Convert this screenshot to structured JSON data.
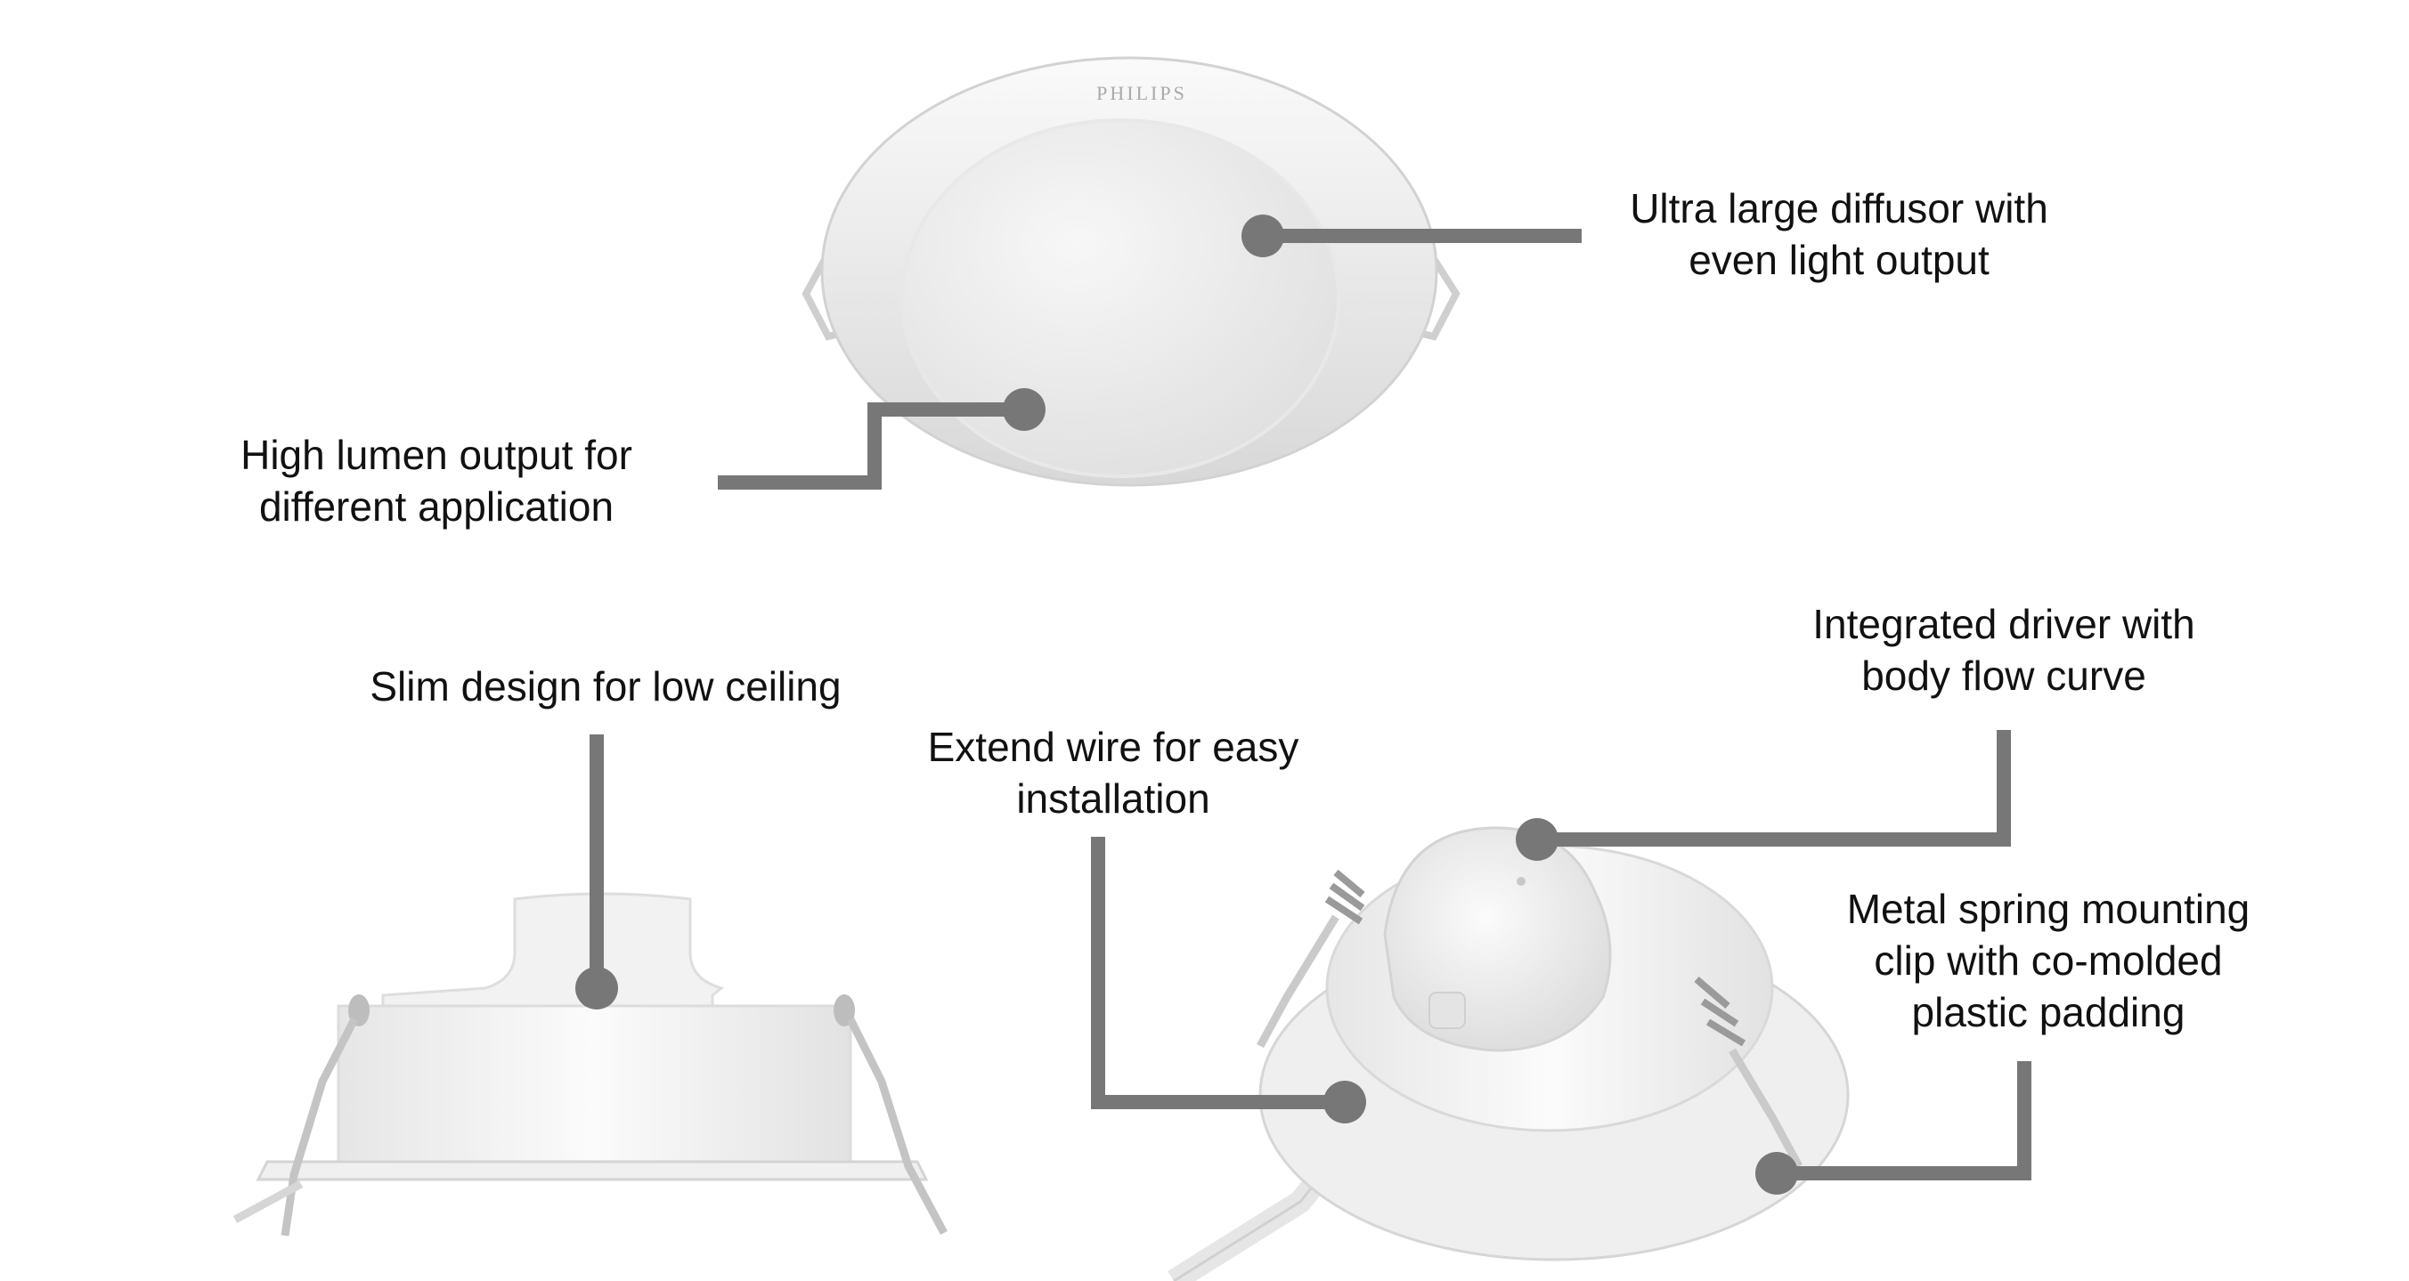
{
  "colors": {
    "callout": "#777777",
    "product_white": "#f4f4f4",
    "product_shade": "#dcdcdc",
    "text": "#111111"
  },
  "brand": {
    "logo_text": "PHILIPS"
  },
  "callouts": {
    "diffusor": {
      "line1": "Ultra large diffusor with",
      "line2": "even light output"
    },
    "lumen": {
      "line1": "High lumen output for",
      "line2": "different application"
    },
    "slim": {
      "line1": "Slim design for low ceiling"
    },
    "wire": {
      "line1": "Extend wire for easy",
      "line2": "installation"
    },
    "driver": {
      "line1": "Integrated driver with",
      "line2": "body flow curve"
    },
    "clip": {
      "line1": "Metal spring mounting",
      "line2": "clip with co-molded",
      "line3": "plastic padding"
    }
  }
}
